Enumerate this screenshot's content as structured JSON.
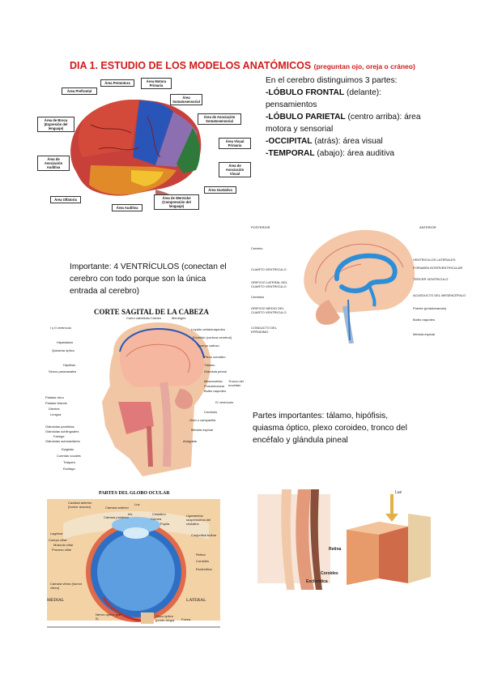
{
  "title": {
    "main": "DIA 1. ESTUDIO DE LOS MODELOS ANATÓMICOS",
    "sub": "(preguntan ojo, oreja o cráneo)"
  },
  "intro": {
    "line1": "En el cerebro distinguimos 3 partes:",
    "items": [
      {
        "name": "-LÓBULO FRONTAL",
        "desc": " (delante):"
      },
      {
        "name": "",
        "desc": "pensamientos"
      },
      {
        "name": "-LÓBULO PARIETAL",
        "desc": " (centro arriba): área"
      },
      {
        "name": "",
        "desc": "motora y sensorial"
      },
      {
        "name": "-OCCIPITAL",
        "desc": " (atrás): área visual"
      },
      {
        "name": "-TEMPORAL",
        "desc": " (abajo): área auditiva"
      }
    ]
  },
  "ventricles_note": {
    "l1": "Importante: 4 VENTRÍCULOS (conectan el",
    "l2": "cerebro con todo porque son la única",
    "l3": "entrada al cerebro)"
  },
  "parts_note": {
    "l1": "Partes importantes: tálamo, hipófisis,",
    "l2": "quiasma óptico, plexo coroideo, tronco del",
    "l3": "encéfalo y glándula pineal"
  },
  "brain_lobes_figure": {
    "labels": [
      "Área Prefrontal",
      "Área Premotora",
      "Área Motora Primaria",
      "Área Somatosensorial",
      "Área de Asociación Somatosensorial",
      "Área Visual Primaria",
      "Área de Asociación Visual",
      "Área Gustativa",
      "Área de Wernicke (Comprensión del lenguaje)",
      "Área Auditiva",
      "Área Olfatoria",
      "Área de Asociación Auditiva",
      "Área de Broca (Expresión del lenguaje)"
    ]
  },
  "ventricle_figure": {
    "top_left": "POSTERIOR",
    "top_right": "ANTERIOR",
    "left_labels": [
      "Cerebro",
      "CUARTO VENTRICULO",
      "ORIFICIO LATERAL DEL CUARTO VENTRICULO",
      "Cerebelo",
      "ORIFICIO MEDIO DEL CUARTO VENTRICULO",
      "CONDUCTO DEL EPÉNDIMO"
    ],
    "right_labels": [
      "VENTRICULOS LATERALES",
      "FORAMEN INTERVENTRICULAR",
      "TERCER VENTRICULO",
      "ACUEDUCTO DEL MESENCÉFALO",
      "Puente (protuberancia)",
      "Bulbo raquídeo",
      "Médula espinal"
    ]
  },
  "sagittal_figure": {
    "caption": "CORTE SAGITAL DE LA CABEZA",
    "top_labels": [
      "Cuero cabelludo",
      "Cráneo",
      "Meninges"
    ],
    "left_labels": [
      "I y II ventrículo",
      "Hipotálamo",
      "Quiasma óptico",
      "Hipófisis",
      "Senos paranasales",
      "Paladar duro",
      "Paladar blando",
      "Dientes",
      "Lengua",
      "Glándulas parótidas",
      "Glándulas sublinguales",
      "Faringe",
      "Glándulas submaxilares",
      "Epiglotis",
      "Cuerdas vocales",
      "Tráquea",
      "Esófago"
    ],
    "right_labels": [
      "Líquido cefalorraquídeo",
      "Encéfalo (corteza cerebral)",
      "Cuerpo calloso",
      "Plexo coroideo",
      "Tálamo",
      "Glándula pineal",
      "Mesencéfalo",
      "Protuberancia",
      "Bulbo raquídeo",
      "Tronco del encéfalo",
      "IV ventrículo",
      "Cerebelo",
      "Oído o campanilla",
      "Médula espinal",
      "Amígdala"
    ]
  },
  "eye_figure": {
    "caption": "PARTES DEL GLOBO OCULAR",
    "left_labels": [
      "Cavidad anterior (humor acuoso)",
      "Cámara anterior",
      "Cámara posterior",
      "Lagrimal",
      "Cuerpo ciliar:",
      "Músculo ciliar",
      "Proceso ciliar",
      "Cámara vítrea (humor vítreo)",
      "Nervio óptico (par II)"
    ],
    "top_labels": [
      "Luz",
      "Iris",
      "Cristalino",
      "Córnea",
      "Pupila"
    ],
    "right_labels": [
      "Ligamentos suspensorios del cristalino",
      "Conjuntiva bulbar",
      "Retina",
      "Coroides",
      "Esclerótica",
      "Disco óptico (punto ciego)",
      "Fóvea"
    ],
    "bottom_left": "MEDIAL",
    "bottom_right": "LATERAL"
  },
  "retina_figure": {
    "luz": "Luz",
    "retina": "Retina",
    "coroides": "Coroides",
    "esclerotica": "Esclerótica"
  },
  "colors": {
    "title_red": "#d11a1a"
  }
}
